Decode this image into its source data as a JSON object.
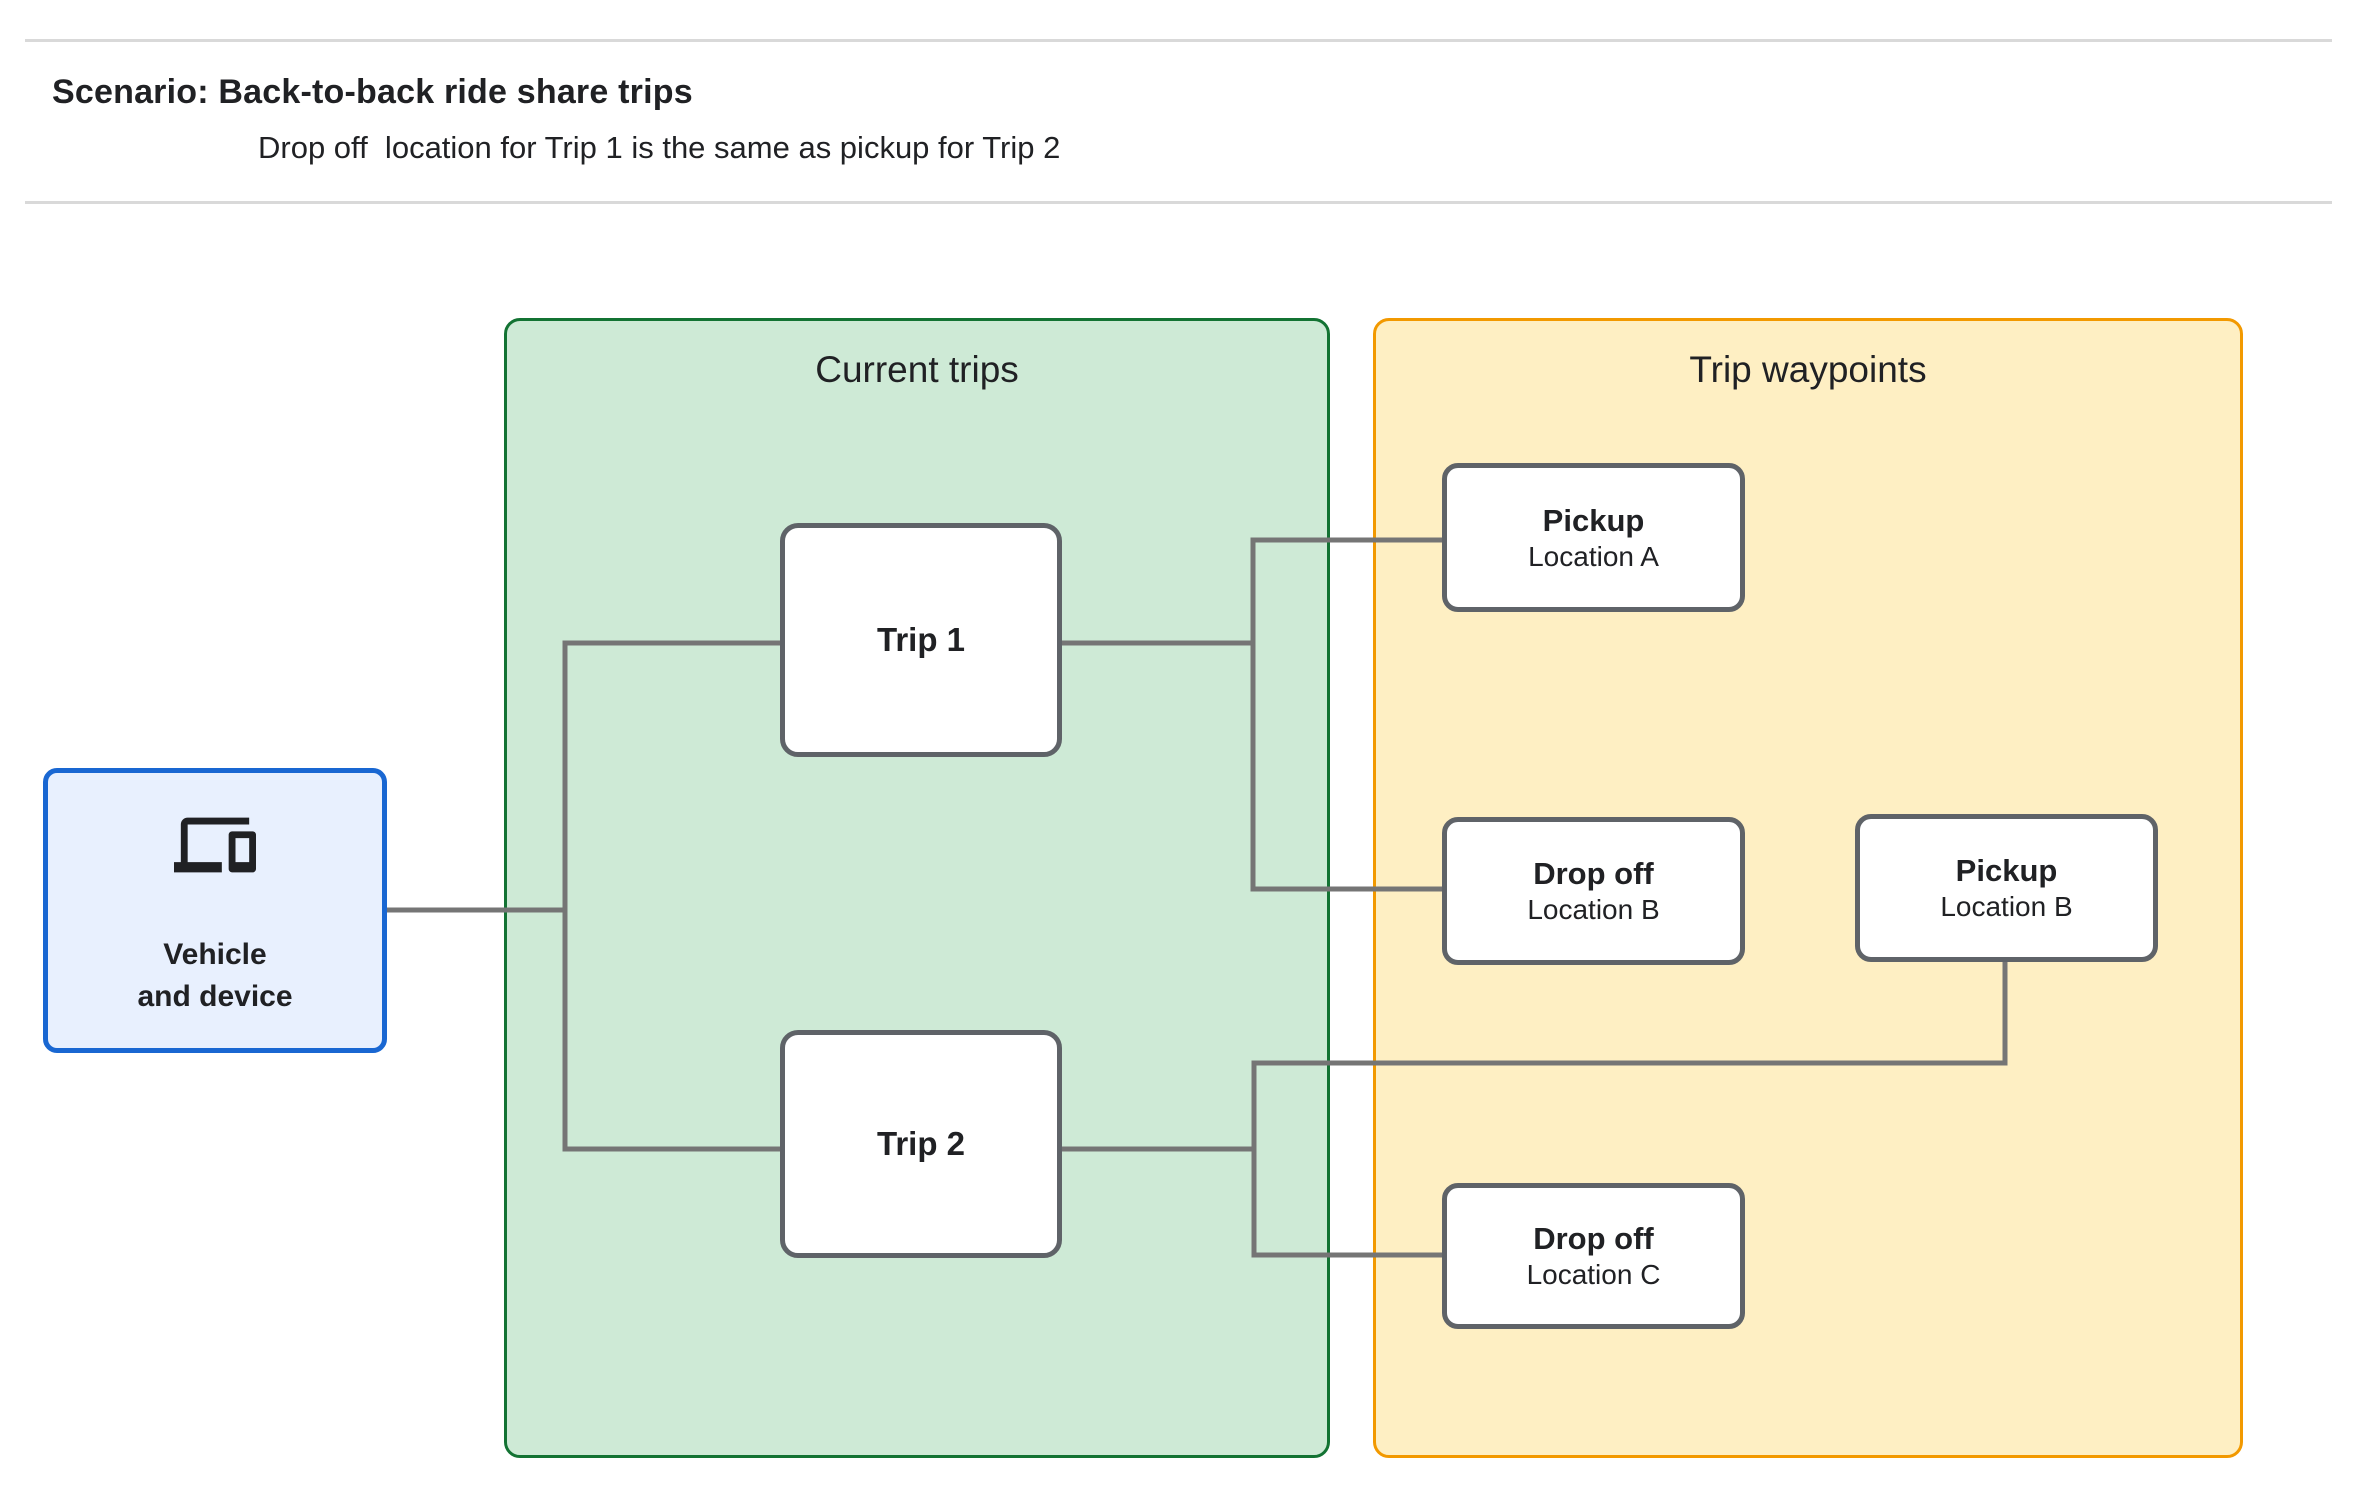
{
  "header": {
    "title": "Scenario: Back-to-back ride share trips",
    "subtitle": "Drop off  location for Trip 1 is the same as pickup for Trip 2"
  },
  "vehicle_node": {
    "icon": "devices-icon",
    "label": "Vehicle\nand device",
    "fill": "#e8f0fe",
    "border": "#1967d2"
  },
  "panels": {
    "current_trips": {
      "title": "Current trips",
      "fill": "#ceead6",
      "border": "#137333"
    },
    "trip_waypoints": {
      "title": "Trip waypoints",
      "fill": "#feefc3",
      "border": "#f29900"
    }
  },
  "trips": [
    {
      "label": "Trip 1"
    },
    {
      "label": "Trip 2"
    }
  ],
  "waypoints": [
    {
      "type": "Pickup",
      "location": "Location A"
    },
    {
      "type": "Drop off",
      "location": "Location B"
    },
    {
      "type": "Pickup",
      "location": "Location B"
    },
    {
      "type": "Drop off",
      "location": "Location C"
    }
  ],
  "colors": {
    "connector": "#757575",
    "node_border": "#5f6368",
    "text": "#202124",
    "divider": "#d9d9d9"
  }
}
